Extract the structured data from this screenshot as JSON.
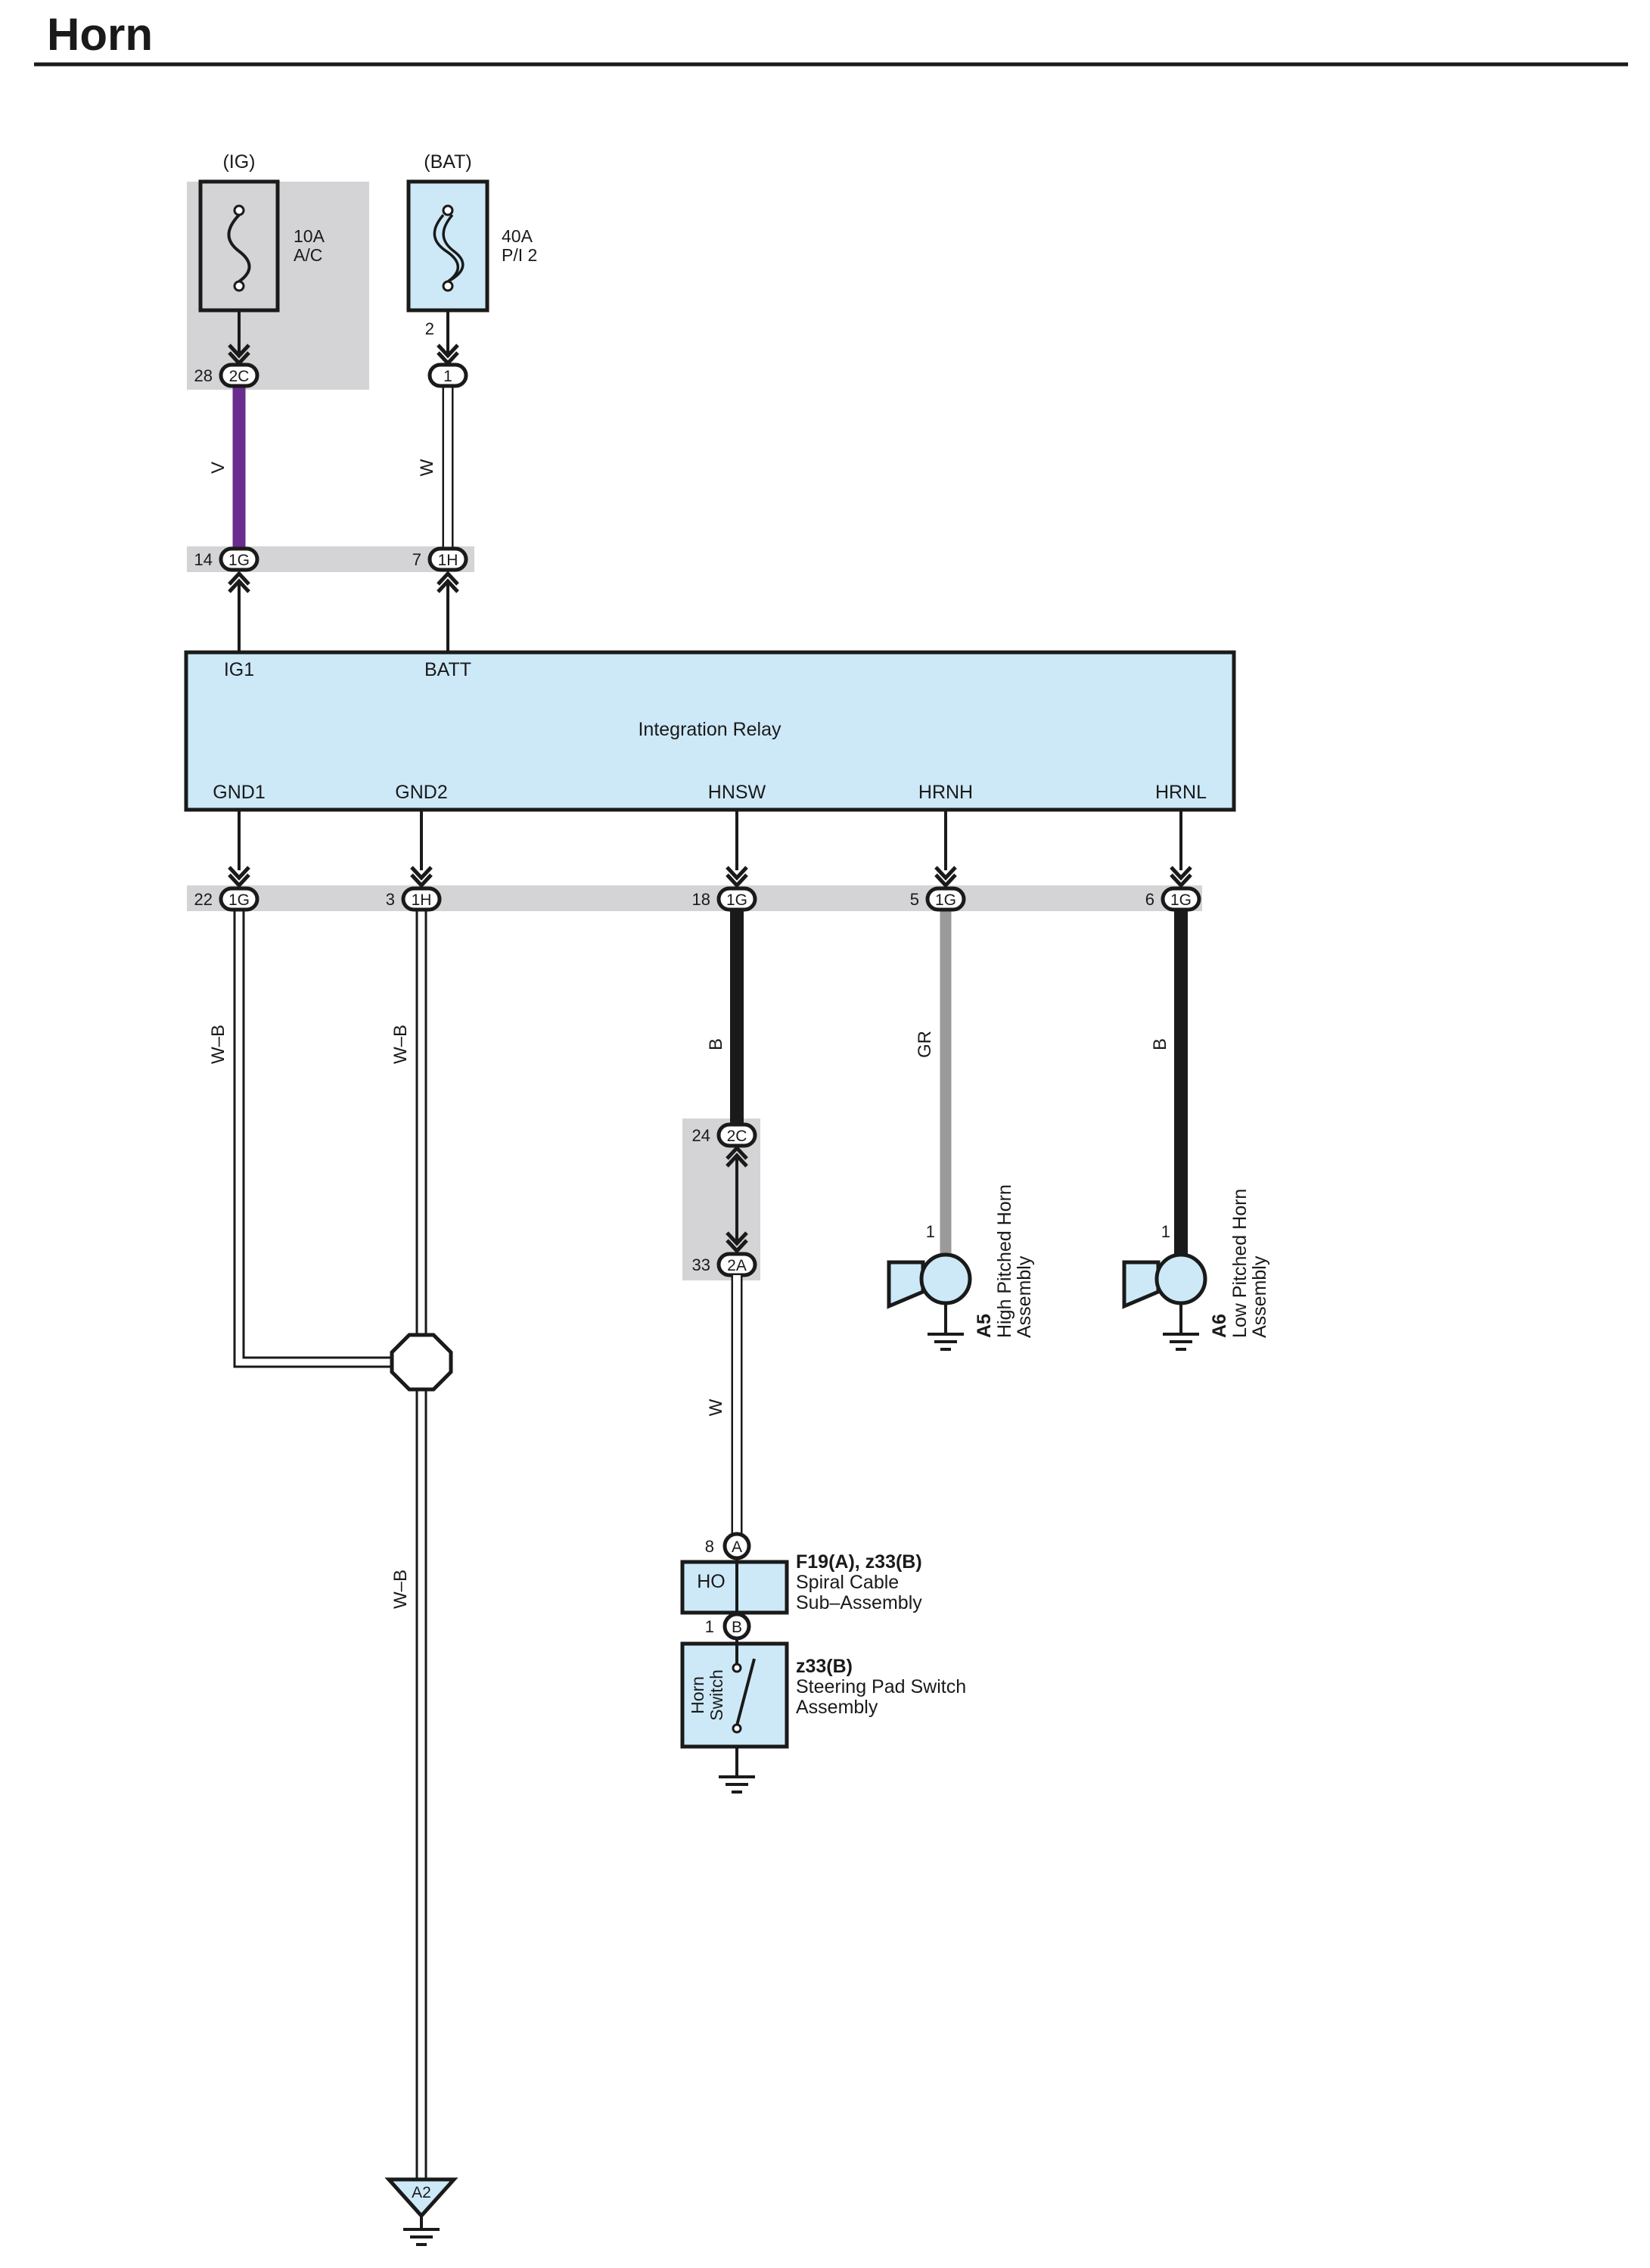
{
  "title": "Horn",
  "colors": {
    "wire_violet": "#6a2c8e",
    "wire_black": "#1a1a1a",
    "wire_gray": "#9a9a9a",
    "component_fill": "#cde9f8",
    "shade": "#d4d4d6"
  },
  "sources": {
    "ig": {
      "label": "(IG)",
      "fuse_amp": "10A",
      "fuse_name": "A/C",
      "icon": "fuse-icon"
    },
    "bat": {
      "label": "(BAT)",
      "fuse_amp": "40A",
      "fuse_name": "P/I 2",
      "icon": "fusible-link-icon",
      "pin": "2"
    }
  },
  "connectors": {
    "c2c_top": {
      "pin": "28",
      "id": "2C"
    },
    "bat_conn": {
      "id": "1"
    },
    "c1g_ig1": {
      "pin": "14",
      "id": "1G"
    },
    "c1h_batt": {
      "pin": "7",
      "id": "1H"
    },
    "c1g_gnd1": {
      "pin": "22",
      "id": "1G"
    },
    "c1h_gnd2": {
      "pin": "3",
      "id": "1H"
    },
    "c1g_hnsw": {
      "pin": "18",
      "id": "1G"
    },
    "c1g_hrnh": {
      "pin": "5",
      "id": "1G"
    },
    "c1g_hrnl": {
      "pin": "6",
      "id": "1G"
    },
    "c2c_mid": {
      "pin": "24",
      "id": "2C"
    },
    "c2a_mid": {
      "pin": "33",
      "id": "2A"
    },
    "spiral_a": {
      "pin": "8",
      "id": "A"
    },
    "spiral_b": {
      "pin": "1",
      "id": "B"
    },
    "ground_a2": {
      "id": "A2"
    }
  },
  "wires": {
    "ig_wire": "V",
    "bat_wire": "W",
    "gnd1_wire": "W–B",
    "gnd2_wire": "W–B",
    "hnsw_wire": "B",
    "hrnh_wire": "GR",
    "hrnl_wire": "B",
    "spiral_wire": "W",
    "ground_trunk": "W–B"
  },
  "relay": {
    "name": "Integration Relay",
    "terminals": {
      "ig1": "IG1",
      "batt": "BATT",
      "gnd1": "GND1",
      "gnd2": "GND2",
      "hnsw": "HNSW",
      "hrnh": "HRNH",
      "hrnl": "HRNL"
    }
  },
  "horns": {
    "high": {
      "code": "A5",
      "name_line1": "High Pitched Horn",
      "name_line2": "Assembly",
      "pin": "1",
      "icon": "horn-icon"
    },
    "low": {
      "code": "A6",
      "name_line1": "Low Pitched Horn",
      "name_line2": "Assembly",
      "pin": "1",
      "icon": "horn-icon"
    }
  },
  "spiral_cable": {
    "code": "F19(A), z33(B)",
    "name_line1": "Spiral Cable",
    "name_line2": "Sub–Assembly",
    "terminal": "HO"
  },
  "steering_pad": {
    "code": "z33(B)",
    "name_line1": "Steering Pad Switch",
    "name_line2": "Assembly",
    "switch_line1": "Horn",
    "switch_line2": "Switch",
    "icon": "switch-icon"
  }
}
